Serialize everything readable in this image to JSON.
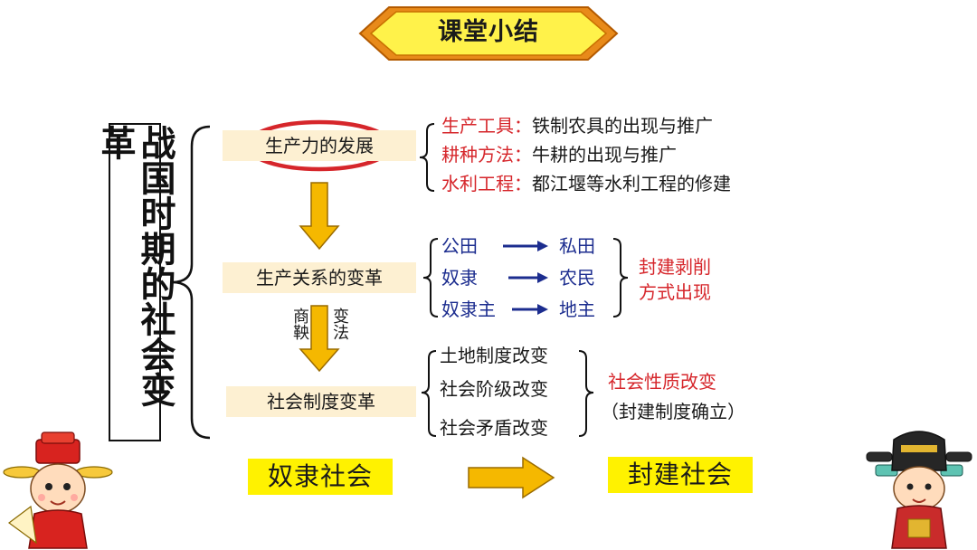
{
  "title": "课堂小结",
  "main_topic": "战国时期的社会变革",
  "stages": [
    {
      "label": "生产力的发展"
    },
    {
      "label": "生产关系的变革"
    },
    {
      "label": "社会制度变革"
    }
  ],
  "reform": {
    "left": "商鞅",
    "right": "变法"
  },
  "productivity_items": [
    {
      "key": "生产工具：",
      "value": "铁制农具的出现与推广"
    },
    {
      "key": "耕种方法：",
      "value": "牛耕的出现与推广"
    },
    {
      "key": "水利工程：",
      "value": "都江堰等水利工程的修建"
    }
  ],
  "relation_changes": [
    {
      "from": "公田",
      "to": "私田"
    },
    {
      "from": "奴隶",
      "to": "农民"
    },
    {
      "from": "奴隶主",
      "to": "地主"
    }
  ],
  "relation_result": {
    "line1": "封建剥削",
    "line2": "方式出现"
  },
  "system_items": [
    "土地制度改变",
    "社会阶级改变",
    "社会矛盾改变"
  ],
  "system_result": {
    "line1": "社会性质改变",
    "line2": "（封建制度确立）"
  },
  "transition": {
    "from": "奴隶社会",
    "to": "封建社会"
  },
  "colors": {
    "red": "#d6262b",
    "blue": "#1c2d8f",
    "yellow": "#fff200",
    "cream": "#fdf0d2",
    "arrow": "#f5b800"
  }
}
